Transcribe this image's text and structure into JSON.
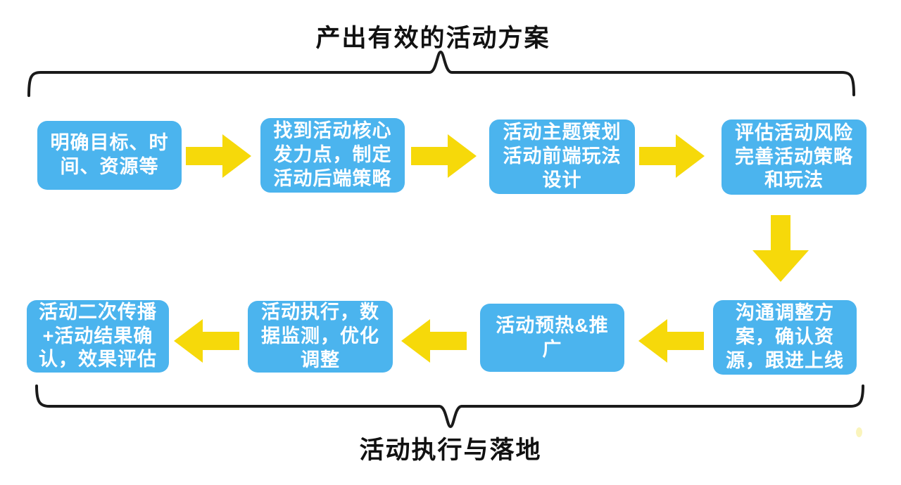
{
  "colors": {
    "box_blue": "#4BB4EE",
    "arrow_yellow": "#F6D90A",
    "line_black": "#1A1A1A",
    "box_text": "#FFFFFF",
    "title_text": "#111111",
    "artifact_yellow": "#F8F0A6"
  },
  "top_section": {
    "title": "产出有效的活动方案"
  },
  "bottom_section": {
    "title": "活动执行与落地"
  },
  "top_row_boxes": [
    {
      "step": 1,
      "text": "明确目标、时\n间、资源等"
    },
    {
      "step": 2,
      "text": "找到活动核心\n发力点，制定\n活动后端策略"
    },
    {
      "step": 3,
      "text": "活动主题策划\n活动前端玩法\n设计"
    },
    {
      "step": 4,
      "text": "评估活动风险\n完善活动策略\n和玩法"
    }
  ],
  "bottom_row_boxes": [
    {
      "step": 5,
      "text": "沟通调整方\n案，确认资\n源，跟进上线"
    },
    {
      "step": 6,
      "text": "活动预热&推\n广"
    },
    {
      "step": 7,
      "text": "活动执行，数\n据监测，优化\n调整"
    },
    {
      "step": 8,
      "text": "活动二次传播\n+活动结果确\n认，效果评估"
    }
  ]
}
